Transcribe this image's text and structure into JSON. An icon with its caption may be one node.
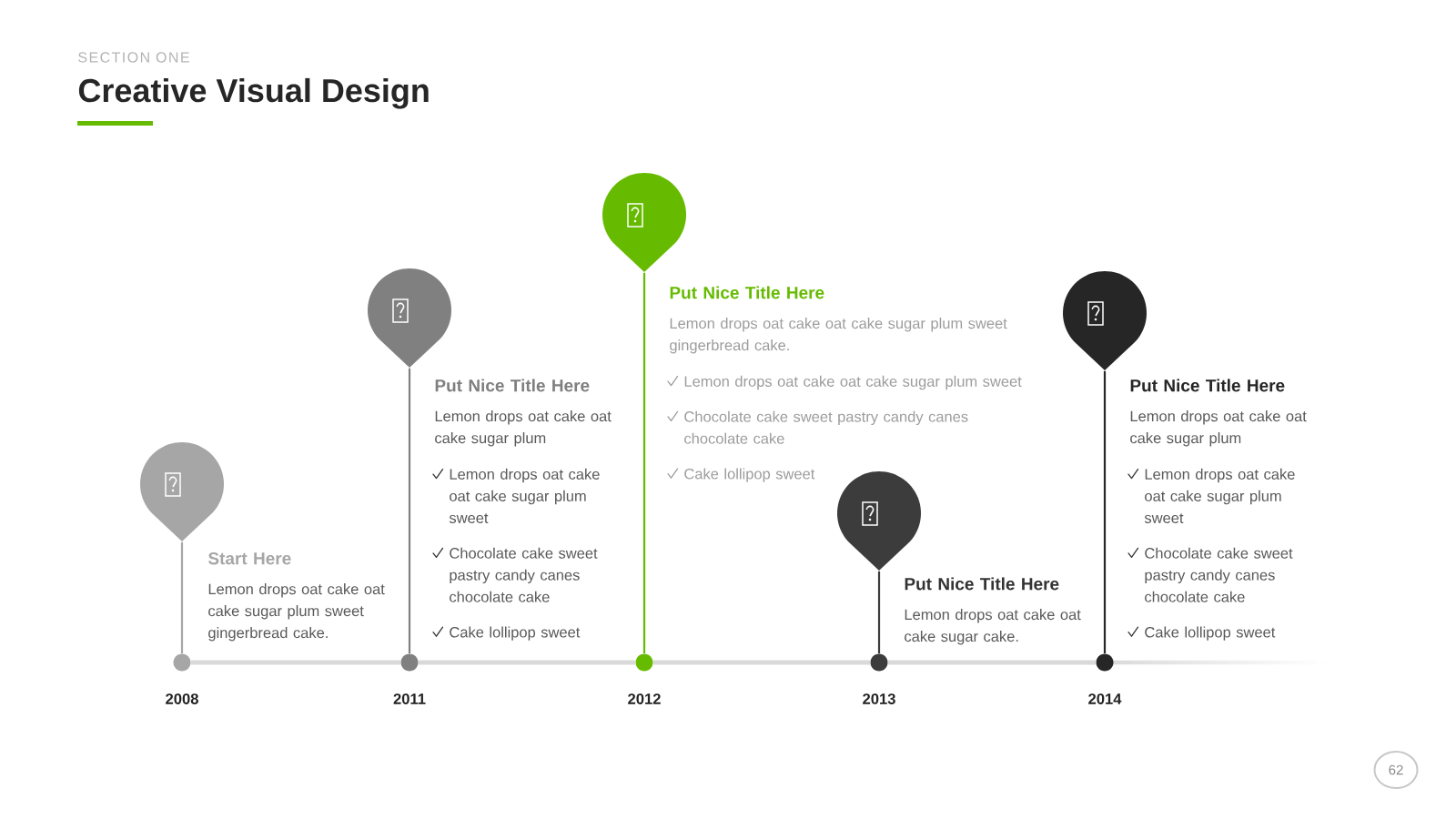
{
  "diagram": {
    "title": "Creative Visual Design",
    "nodes": [
      {
        "text": [],
        "shape": "pin",
        "beside": [
          "Start Here",
          "Lemon drops oat cake oat cake sugar plum sweet gingerbread cake."
        ]
      },
      {
        "text": [],
        "shape": "circle",
        "beside": [
          "2008"
        ]
      },
      {
        "text": [],
        "shape": "pin",
        "beside": [
          "Put Nice Title Here",
          "Lemon drops oat cake oat cake sugar plum",
          "Lemon drops oat cake oat cake sugar plum sweet",
          "Chocolate cake sweet pastry candy canes chocolate cake",
          "Cake lollipop sweet"
        ]
      },
      {
        "text": [],
        "shape": "circle",
        "beside": [
          "2011"
        ]
      },
      {
        "text": [],
        "shape": "pin",
        "beside": [
          "Put Nice Title Here",
          "Lemon drops oat cake oat cake sugar plum sweet gingerbread cake.",
          "Lemon drops oat cake oat cake sugar plum sweet",
          "Chocolate cake sweet pastry candy canes chocolate cake",
          "Cake lollipop sweet"
        ]
      },
      {
        "text": [],
        "shape": "circle",
        "beside": [
          "2012"
        ]
      },
      {
        "text": [],
        "shape": "pin",
        "beside": [
          "Put Nice Title Here",
          "Lemon drops oat cake oat cake sugar cake."
        ]
      },
      {
        "text": [],
        "shape": "circle",
        "beside": [
          "2013"
        ]
      },
      {
        "text": [],
        "shape": "pin",
        "beside": [
          "Put Nice Title Here",
          "Lemon drops oat cake oat cake sugar plum",
          "Lemon drops oat cake oat cake sugar plum sweet",
          "Chocolate cake sweet pastry candy canes chocolate cake",
          "Cake lollipop sweet"
        ]
      },
      {
        "text": [],
        "shape": "circle",
        "beside": [
          "2014"
        ]
      },
      {
        "text": [
          "62"
        ]
      }
    ],
    "edges": [
      {
        "from": 0,
        "to": 1,
        "arrow": "none",
        "color": "#a6a6a6"
      },
      {
        "from": 2,
        "to": 3,
        "arrow": "none",
        "color": "#808080"
      },
      {
        "from": 4,
        "to": 5,
        "arrow": "none",
        "color": "#66bb00"
      },
      {
        "from": 6,
        "to": 7,
        "arrow": "none",
        "color": "#3c3c3c"
      },
      {
        "from": 8,
        "to": 9,
        "arrow": "none",
        "color": "#262626"
      },
      {
        "from": 1,
        "to": 3,
        "arrow": "none",
        "style": "thick"
      },
      {
        "from": 3,
        "to": 5,
        "arrow": "none",
        "style": "thick"
      },
      {
        "from": 5,
        "to": 7,
        "arrow": "none",
        "style": "thick"
      },
      {
        "from": 7,
        "to": 9,
        "arrow": "none",
        "style": "thick"
      }
    ],
    "labels": [
      "SECTION ONE"
    ]
  }
}
